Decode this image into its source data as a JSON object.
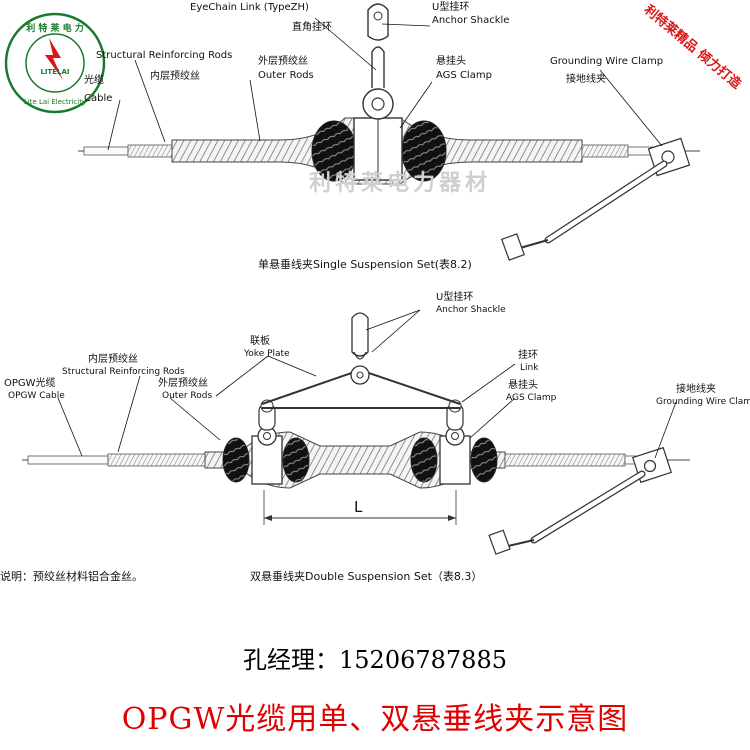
{
  "brand": {
    "logo_text_top": "利 特 莱 电 力",
    "logo_mark": "LITELAI",
    "logo_text_bottom": "Lite Lai Electricity",
    "slogan": "利特莱精品 倾力打造",
    "watermark": "利特莱电力器材"
  },
  "single_set": {
    "labels": {
      "eyechain": "EyeChain Link (TypeZH)",
      "eyechain_cn": "直角挂环",
      "u_shackle_cn": "U型挂环",
      "u_shackle_en": "Anchor Shackle",
      "structural_en": "Structural Reinforcing Rods",
      "inner_cn": "内层预绞丝",
      "outer_cn": "外层预绞丝",
      "outer_en": "Outer Rods",
      "cable_frag_cn": "光缆",
      "cable_frag_en": "Cable",
      "clamp_cn": "悬挂头",
      "clamp_en": "AGS Clamp",
      "ground_en": "Grounding Wire Clamp",
      "ground_cn": "接地线夹"
    },
    "caption": "单悬垂线夹Single Suspension Set(表8.2)"
  },
  "double_set": {
    "labels": {
      "u_shackle_cn": "U型挂环",
      "u_shackle_en": "Anchor Shackle",
      "yoke_cn": "联板",
      "yoke_en": "Yoke Plate",
      "link_cn": "挂环",
      "link_en": "Link",
      "inner_cn": "内层预绞丝",
      "inner_en": "Structural Reinforcing Rods",
      "opgw_cn": "OPGW光缆",
      "opgw_en": "OPGW Cable",
      "outer_cn": "外层预绞丝",
      "outer_en": "Outer Rods",
      "clamp_cn": "悬挂头",
      "clamp_en": "AGS Clamp",
      "ground_cn": "接地线夹",
      "ground_en": "Grounding Wire Clamp",
      "dimension": "L"
    },
    "caption": "双悬垂线夹Double Suspension Set（表8.3）"
  },
  "note": "说明：预绞丝材料铝合金丝。",
  "contact": "孔经理：15206787885",
  "title": "OPGW光缆用单、双悬垂线夹示意图",
  "colors": {
    "title": "#e00000",
    "logo": "#1a7a2c",
    "slogan": "#d81818",
    "watermark": "#cfcfcf"
  }
}
